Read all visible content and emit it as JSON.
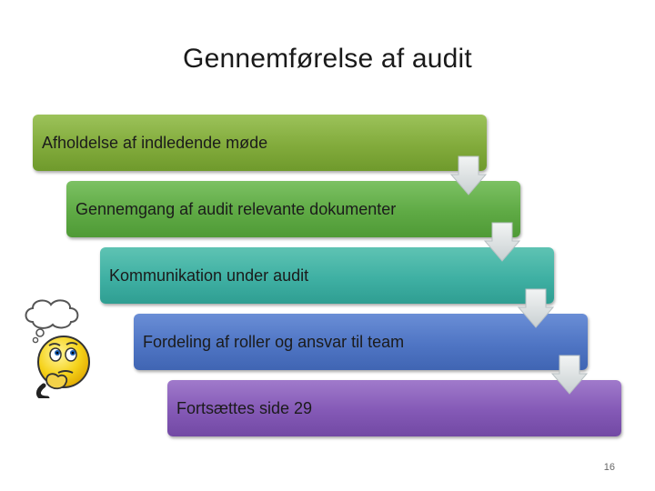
{
  "slide": {
    "title": "Gennemførelse af audit",
    "page_number": "16"
  },
  "steps": [
    {
      "label": "Afholdelse af indledende møde",
      "color": "#82ab3c"
    },
    {
      "label": "Gennemgang af audit relevante dokumenter",
      "color": "#5faa45"
    },
    {
      "label": "Kommunikation under audit",
      "color": "#3fb0a3"
    },
    {
      "label": "Fordeling af roller og ansvar til team",
      "color": "#4f75c4"
    },
    {
      "label": "Fortsættes side 29",
      "color": "#8459b6"
    }
  ],
  "icons": {
    "connector": "down-arrow-icon",
    "thinker": "thinking-smiley-icon"
  }
}
